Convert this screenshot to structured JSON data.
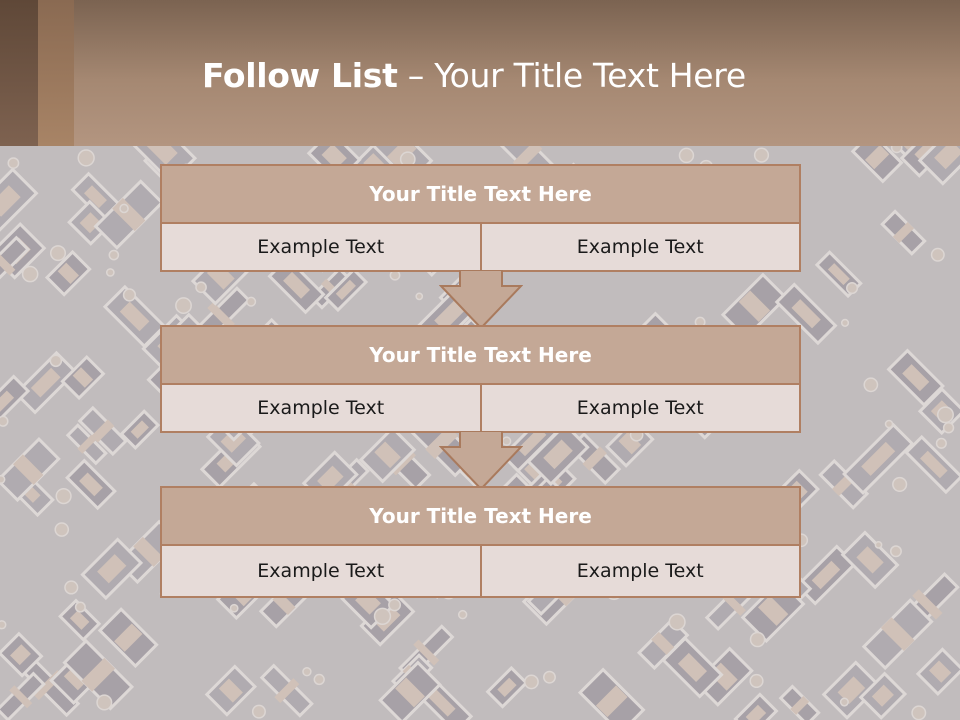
{
  "slide": {
    "title_bold": "Follow List",
    "title_rest": " – Your Title Text Here"
  },
  "blocks": [
    {
      "title": "Your Title Text Here",
      "left": "Example Text",
      "right": "Example Text"
    },
    {
      "title": "Your Title Text Here",
      "left": "Example Text",
      "right": "Example Text"
    },
    {
      "title": "Your Title Text Here",
      "left": "Example Text",
      "right": "Example Text"
    }
  ],
  "colors": {
    "header": "#a58872",
    "block_title_fill": "#c4a896",
    "block_border": "#b07f62",
    "cell_fill": "#e6dbd8",
    "arrow_fill": "#c4a896"
  }
}
